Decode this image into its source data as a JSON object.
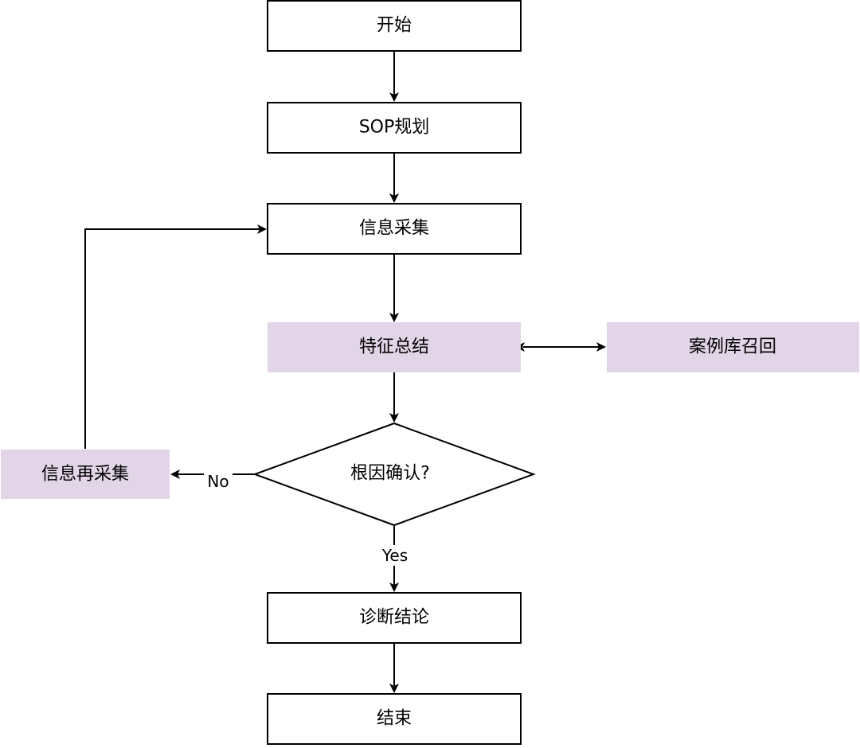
{
  "nodes": {
    "start": {
      "label": "开始"
    },
    "sop": {
      "label": "SOP规划"
    },
    "collect": {
      "label": "信息采集"
    },
    "summary": {
      "label": "特征总结"
    },
    "case_recall": {
      "label": "案例库召回"
    },
    "decision": {
      "label": "根因确认?"
    },
    "recollect": {
      "label": "信息再采集"
    },
    "conclusion": {
      "label": "诊断结论"
    },
    "end": {
      "label": "结束"
    }
  },
  "edges": {
    "no_label": "No",
    "yes_label": "Yes"
  },
  "colors": {
    "accent_fill": "#e1d5e7",
    "stroke": "#000000"
  }
}
